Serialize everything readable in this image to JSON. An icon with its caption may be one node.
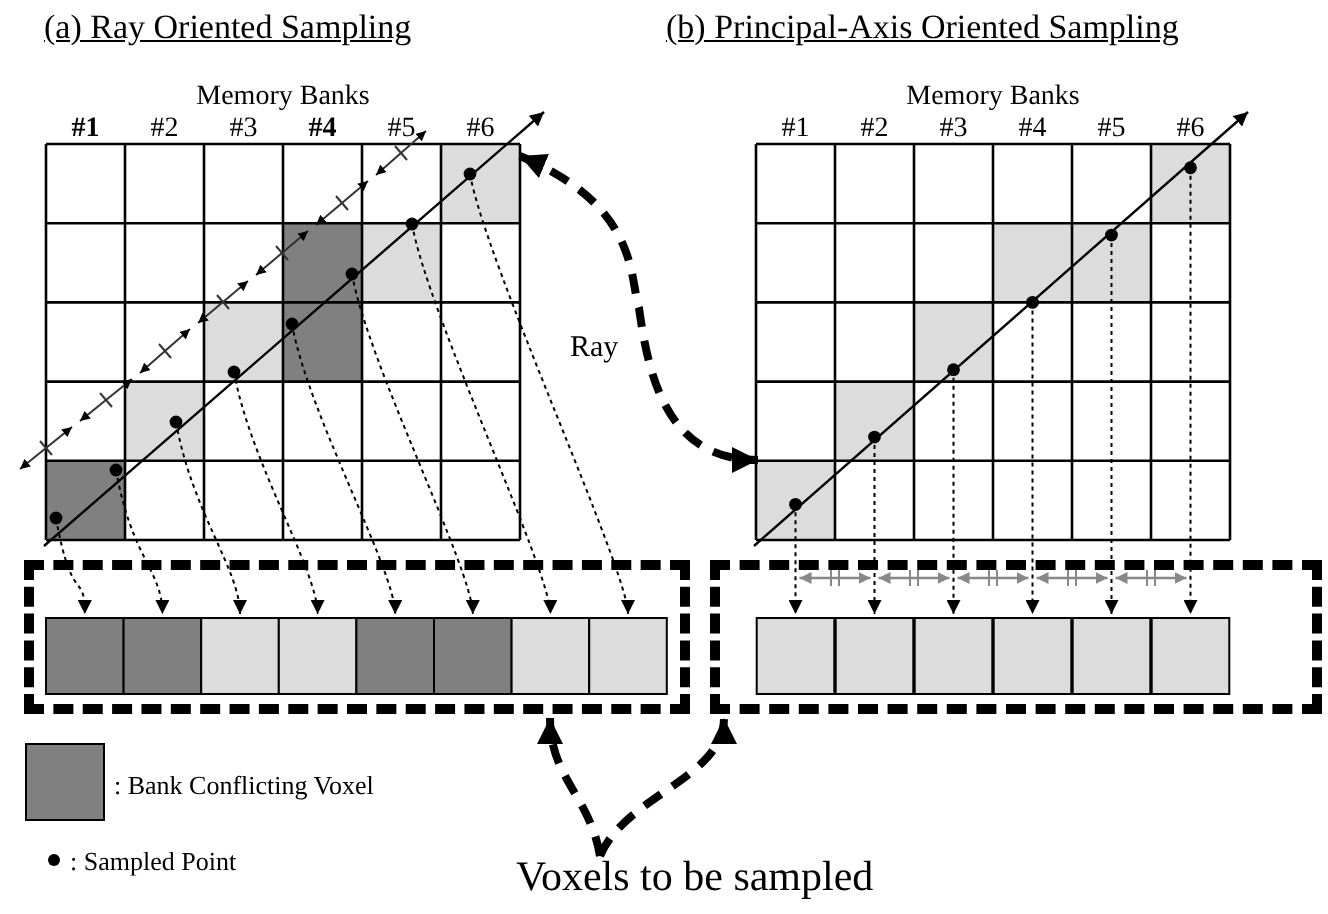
{
  "diagram": {
    "nodes": [
      {
        "text": [
          "Memory Banks"
        ]
      },
      {
        "text": [
          "Memory Banks"
        ]
      },
      {
        "text": [],
        "shape": "box"
      },
      {
        "text": [],
        "shape": "box"
      },
      {
        "text": [
          "Voxels to be sampled"
        ]
      }
    ],
    "edges": [
      {
        "from": 0,
        "to": 1,
        "arrow": "both",
        "label": "Ray",
        "style": "dashed"
      },
      {
        "from": 4,
        "to": 2,
        "arrow": "to",
        "style": "dashed"
      },
      {
        "from": 4,
        "to": 3,
        "arrow": "to",
        "style": "dashed"
      },
      {
        "from": 0,
        "to": 2,
        "arrow": "to",
        "style": "dashed"
      },
      {
        "from": 0,
        "to": 2,
        "arrow": "to",
        "style": "dashed"
      },
      {
        "from": 0,
        "to": 2,
        "arrow": "to",
        "style": "dashed"
      },
      {
        "from": 0,
        "to": 2,
        "arrow": "to",
        "style": "dashed"
      },
      {
        "from": 0,
        "to": 2,
        "arrow": "to",
        "style": "dashed"
      },
      {
        "from": 0,
        "to": 2,
        "arrow": "to",
        "style": "dashed"
      },
      {
        "from": 0,
        "to": 2,
        "arrow": "to",
        "style": "dashed"
      },
      {
        "from": 0,
        "to": 2,
        "arrow": "to",
        "style": "dashed"
      },
      {
        "from": 1,
        "to": 3,
        "arrow": "to",
        "style": "dashed"
      },
      {
        "from": 1,
        "to": 3,
        "arrow": "to",
        "style": "dashed"
      },
      {
        "from": 1,
        "to": 3,
        "arrow": "to",
        "style": "dashed"
      },
      {
        "from": 1,
        "to": 3,
        "arrow": "to",
        "style": "dashed"
      },
      {
        "from": 1,
        "to": 3,
        "arrow": "to",
        "style": "dashed"
      },
      {
        "from": 1,
        "to": 3,
        "arrow": "to",
        "style": "dashed"
      }
    ],
    "labels": [
      "(a) Ray Oriented Sampling",
      "#1",
      "#2",
      "#3",
      "#4",
      "#5",
      "#6",
      "(b) Principal-Axis Oriented Sampling",
      "#1",
      "#2",
      "#3",
      "#4",
      "#5",
      "#6"
    ],
    "legend": [
      {
        "text": ": Bank Conflicting Voxel",
        "color": "#808080"
      },
      {
        "text": ": Sampled Point"
      }
    ]
  }
}
